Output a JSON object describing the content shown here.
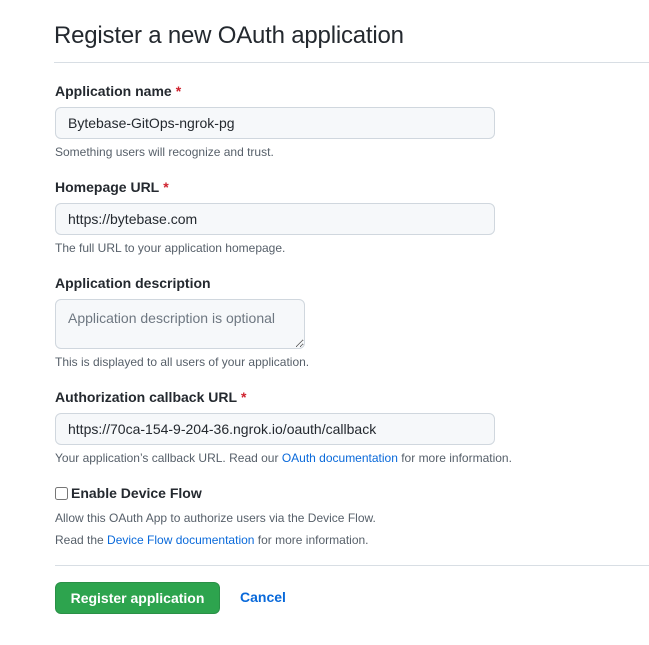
{
  "page": {
    "title": "Register a new OAuth application"
  },
  "form": {
    "app_name": {
      "label": "Application name",
      "required_mark": "*",
      "value": "Bytebase-GitOps-ngrok-pg",
      "note": "Something users will recognize and trust."
    },
    "homepage_url": {
      "label": "Homepage URL",
      "required_mark": "*",
      "value": "https://bytebase.com",
      "note": "The full URL to your application homepage."
    },
    "description": {
      "label": "Application description",
      "placeholder": "Application description is optional",
      "value": "",
      "note": "This is displayed to all users of your application."
    },
    "callback_url": {
      "label": "Authorization callback URL",
      "required_mark": "*",
      "value": "https://70ca-154-9-204-36.ngrok.io/oauth/callback",
      "note_prefix": "Your application’s callback URL. Read our ",
      "note_link": "OAuth documentation",
      "note_suffix": " for more information."
    },
    "device_flow": {
      "label": "Enable Device Flow",
      "checked": false,
      "note_line1": "Allow this OAuth App to authorize users via the Device Flow.",
      "note_line2_prefix": "Read the ",
      "note_line2_link": "Device Flow documentation",
      "note_line2_suffix": " for more information."
    }
  },
  "actions": {
    "register_label": "Register application",
    "cancel_label": "Cancel"
  },
  "colors": {
    "primary_button": "#2da44e",
    "link": "#0969da",
    "required": "#cf222e"
  }
}
